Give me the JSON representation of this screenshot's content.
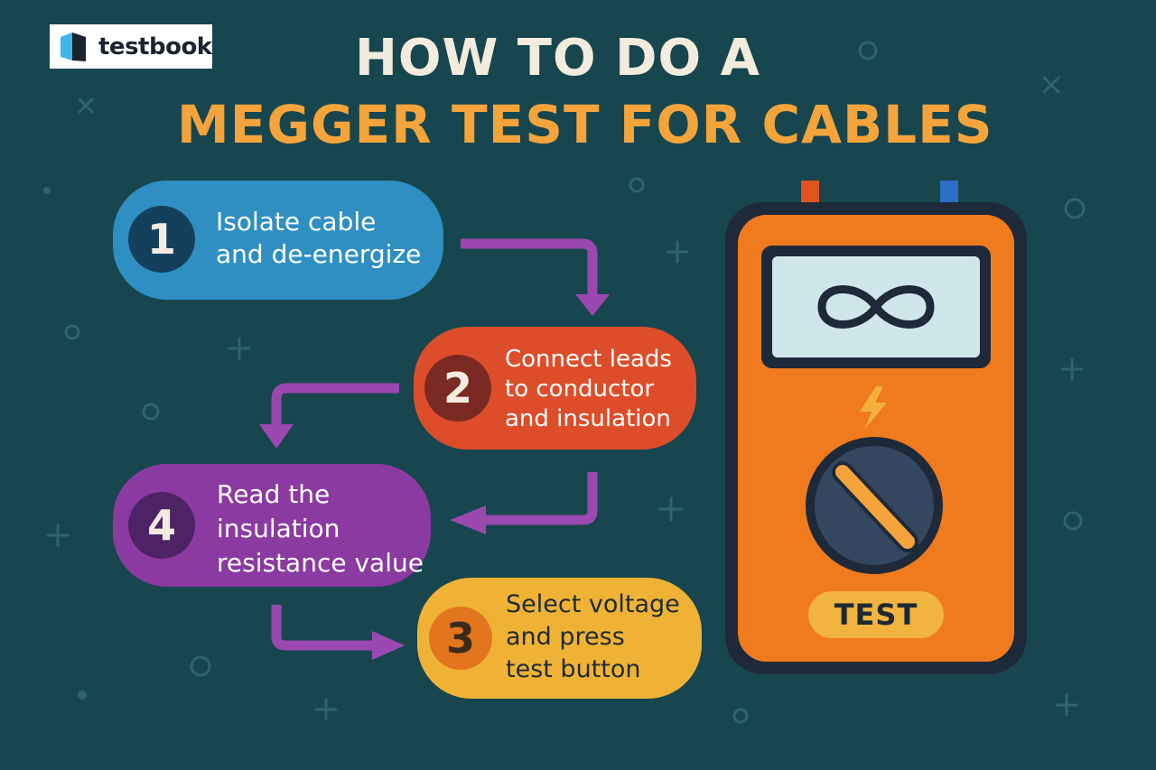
{
  "brand": {
    "name": "testbook"
  },
  "title": {
    "line1": "HOW TO DO A",
    "line2": "MEGGER TEST FOR CABLES"
  },
  "steps": [
    {
      "number": "1",
      "lines": [
        "Isolate cable",
        "and de-energize"
      ]
    },
    {
      "number": "2",
      "lines": [
        "Connect leads",
        "to conductor",
        "and insulation"
      ]
    },
    {
      "number": "3",
      "lines": [
        "Select voltage",
        "and press",
        "test button"
      ]
    },
    {
      "number": "4",
      "lines": [
        "Read the",
        "insulation",
        "resistance value"
      ]
    }
  ],
  "megger": {
    "button_label": "TEST",
    "display_symbol": "infinity-icon",
    "indicator_icon": "lightning-icon"
  },
  "colors": {
    "background": "#17464f",
    "title_accent": "#f4a43a",
    "step1": "#2f8fc3",
    "step2": "#de4d2a",
    "step3": "#f0b234",
    "step4": "#8a3aa0",
    "arrow": "#9b48b0",
    "meter_body": "#f07a1e"
  }
}
